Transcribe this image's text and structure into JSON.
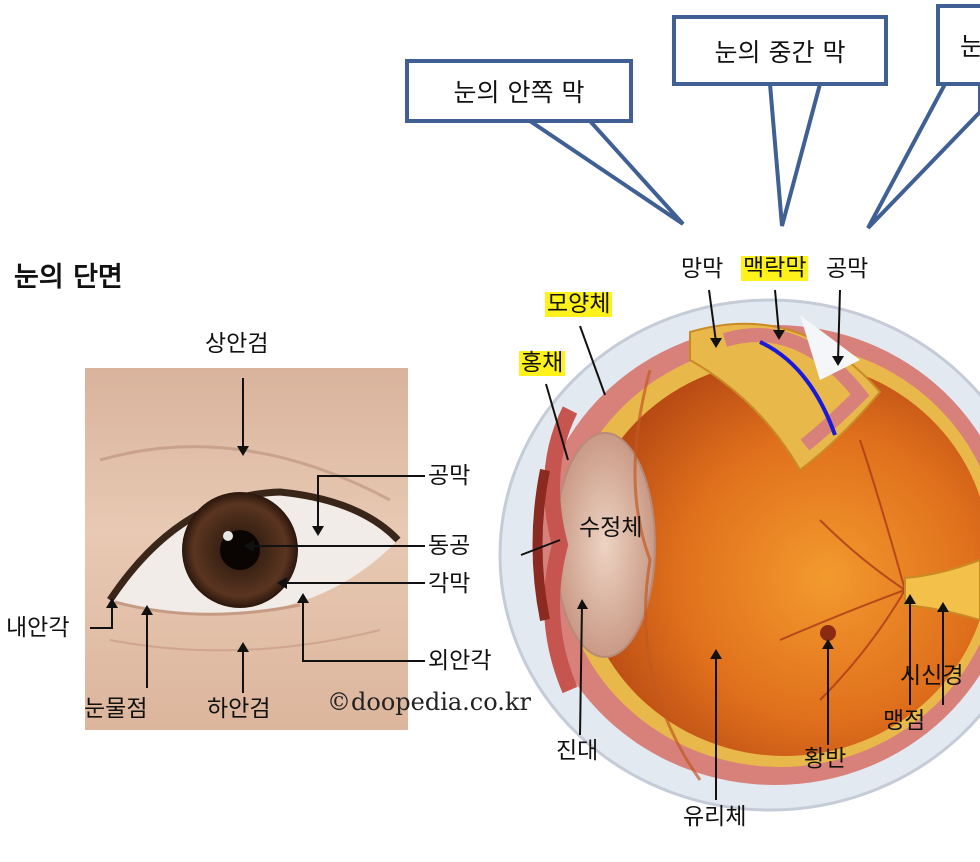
{
  "callouts": {
    "inner": "눈의 안쪽 막",
    "middle": "눈의 중간 막",
    "outer": "눈"
  },
  "title": "눈의 단면",
  "copyright": "©doopedia.co.kr",
  "face_labels": {
    "upper_eyelid": "상안검",
    "sclera": "공막",
    "pupil": "동공",
    "cornea": "각막",
    "inner_canthus": "내안각",
    "outer_canthus": "외안각",
    "punctum": "눈물점",
    "lower_eyelid": "하안검"
  },
  "eye_labels": {
    "ciliary_body": "모양체",
    "iris": "홍채",
    "retina": "망막",
    "choroid": "맥락막",
    "sclera": "공막",
    "lens": "수정체",
    "zonule": "진대",
    "vitreous": "유리체",
    "macula": "황반",
    "blind_spot": "맹점",
    "optic_nerve": "시신경"
  },
  "colors": {
    "callout_border": "#3f5f95",
    "highlight": "#fff21a",
    "choroid_line": "#1a1adb"
  }
}
